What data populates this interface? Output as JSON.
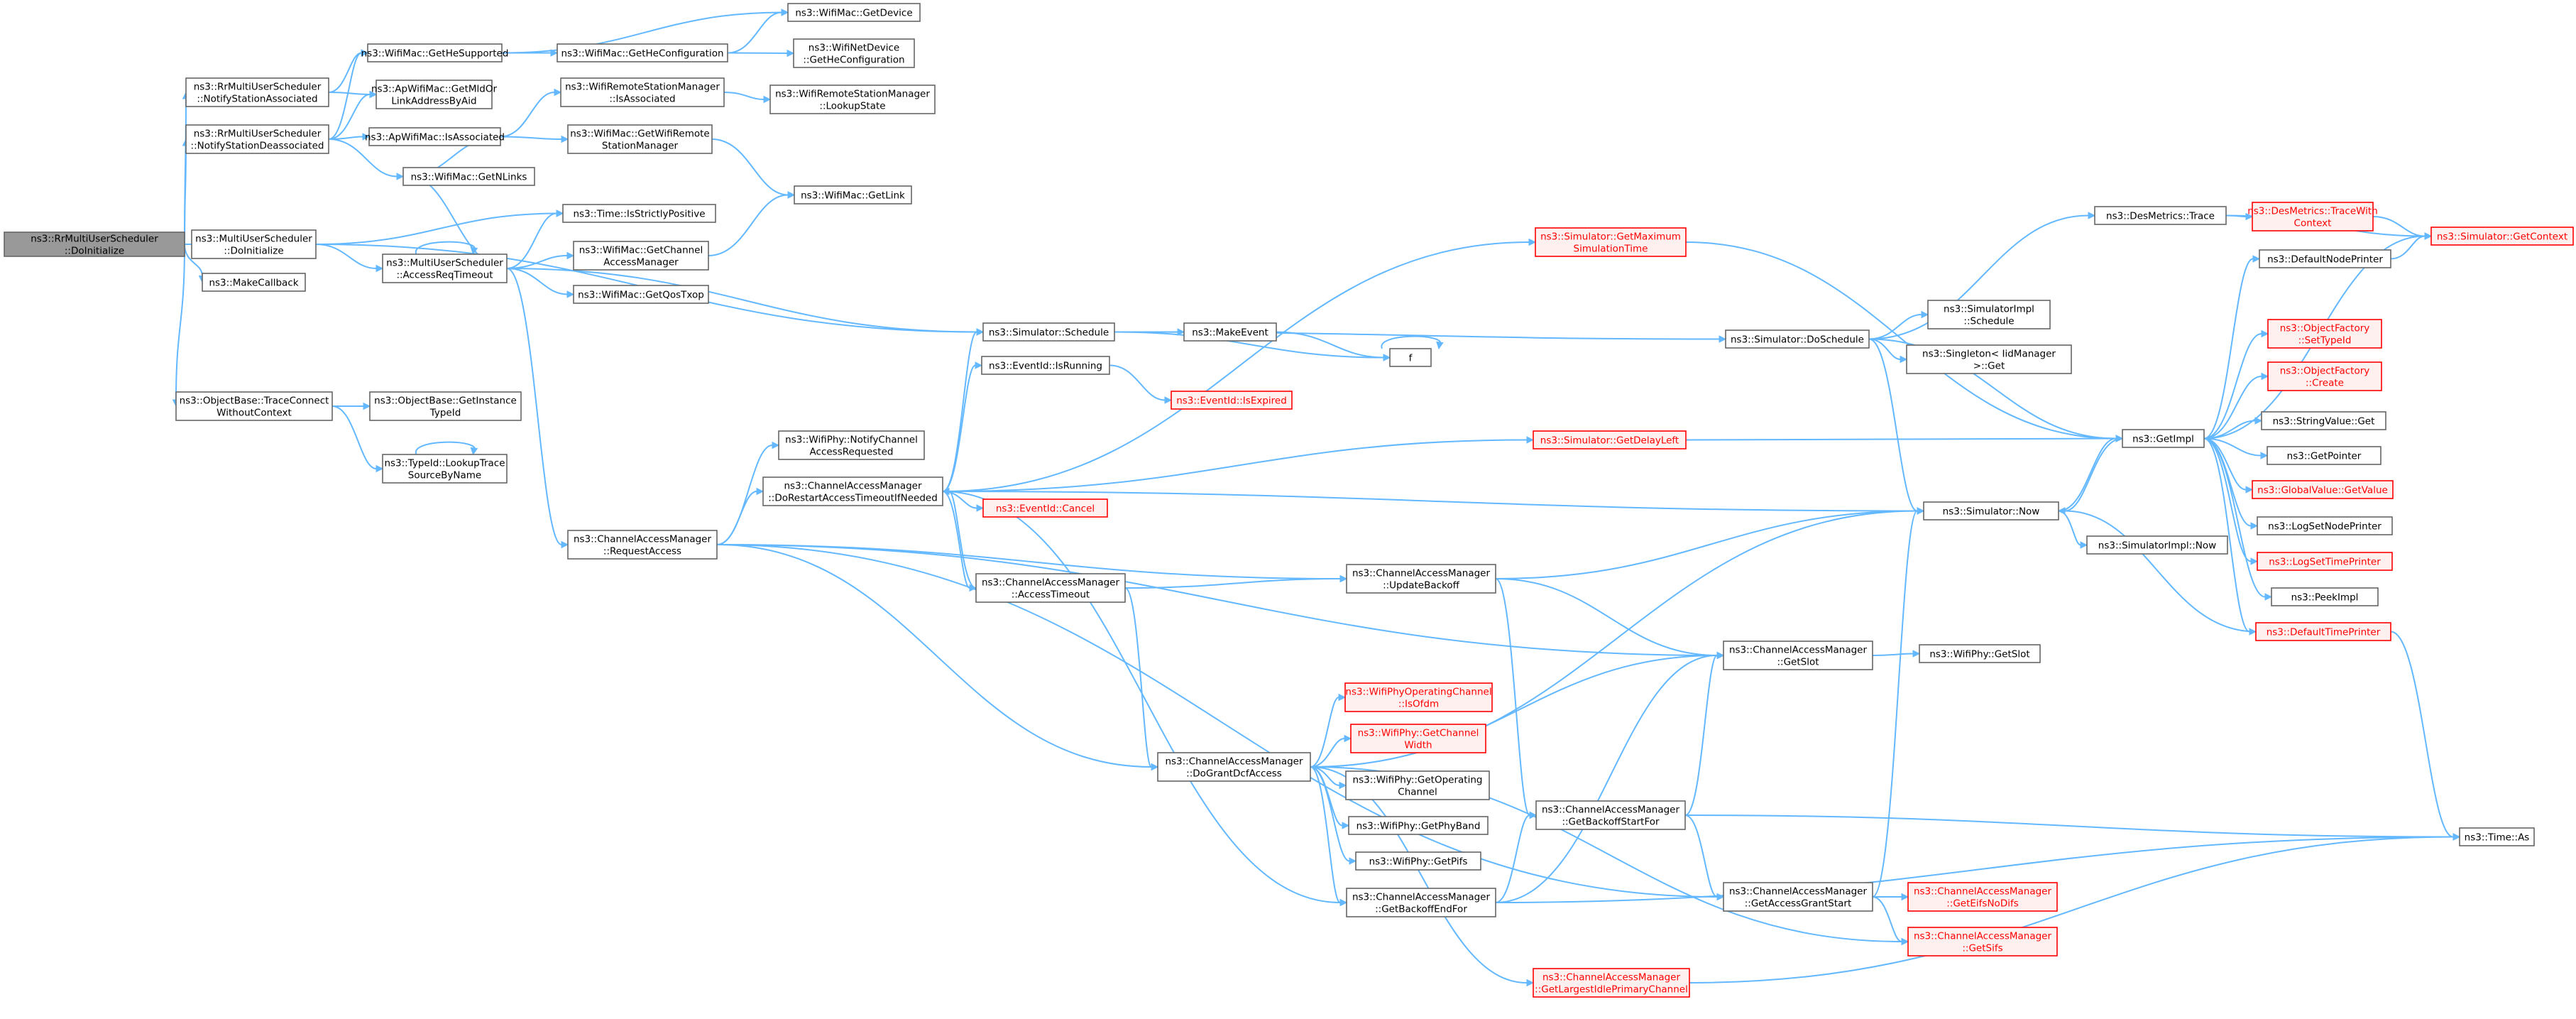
{
  "colors": {
    "edge": "#63b8ff",
    "node_border": "#666666",
    "node_fill": "#ffffff",
    "node_text": "#000000",
    "root_fill": "#999999",
    "root_border": "#666666",
    "trunc_fill": "#fff0f0",
    "trunc_border": "#ff0000",
    "trunc_text": "#ff0000"
  },
  "nodes": [
    {
      "id": "root",
      "lines": [
        "ns3::RrMultiUserScheduler",
        "::DoInitialize"
      ],
      "style": "root"
    },
    {
      "id": "notifyAssoc",
      "lines": [
        "ns3::RrMultiUserScheduler",
        "::NotifyStationAssociated"
      ]
    },
    {
      "id": "notifyDeassoc",
      "lines": [
        "ns3::RrMultiUserScheduler",
        "::NotifyStationDeassociated"
      ]
    },
    {
      "id": "muDoInit",
      "lines": [
        "ns3::MultiUserScheduler",
        "::DoInitialize"
      ]
    },
    {
      "id": "makeCallback",
      "lines": [
        "ns3::MakeCallback"
      ]
    },
    {
      "id": "traceConnect",
      "lines": [
        "ns3::ObjectBase::TraceConnect",
        "WithoutContext"
      ]
    },
    {
      "id": "getHeSupported",
      "lines": [
        "ns3::WifiMac::GetHeSupported"
      ]
    },
    {
      "id": "getMldOr",
      "lines": [
        "ns3::ApWifiMac::GetMldOr",
        "LinkAddressByAid"
      ]
    },
    {
      "id": "apIsAssoc",
      "lines": [
        "ns3::ApWifiMac::IsAssociated"
      ]
    },
    {
      "id": "getNLinks",
      "lines": [
        "ns3::WifiMac::GetNLinks"
      ]
    },
    {
      "id": "isStrictlyPos",
      "lines": [
        "ns3::Time::IsStrictlyPositive"
      ]
    },
    {
      "id": "accessReqTimeout",
      "lines": [
        "ns3::MultiUserScheduler",
        "::AccessReqTimeout"
      ]
    },
    {
      "id": "getInstanceTypeId",
      "lines": [
        "ns3::ObjectBase::GetInstance",
        "TypeId"
      ]
    },
    {
      "id": "lookupTrace",
      "lines": [
        "ns3::TypeId::LookupTrace",
        "SourceByName"
      ]
    },
    {
      "id": "getHeConfig",
      "lines": [
        "ns3::WifiMac::GetHeConfiguration"
      ]
    },
    {
      "id": "wrsmIsAssoc",
      "lines": [
        "ns3::WifiRemoteStationManager",
        "::IsAssociated"
      ]
    },
    {
      "id": "getWifiRemoteSM",
      "lines": [
        "ns3::WifiMac::GetWifiRemote",
        "StationManager"
      ]
    },
    {
      "id": "getChannelAM",
      "lines": [
        "ns3::WifiMac::GetChannel",
        "AccessManager"
      ]
    },
    {
      "id": "getQosTxop",
      "lines": [
        "ns3::WifiMac::GetQosTxop"
      ]
    },
    {
      "id": "getDevice",
      "lines": [
        "ns3::WifiMac::GetDevice"
      ]
    },
    {
      "id": "netDevGetHeConfig",
      "lines": [
        "ns3::WifiNetDevice",
        "::GetHeConfiguration"
      ]
    },
    {
      "id": "lookupState",
      "lines": [
        "ns3::WifiRemoteStationManager",
        "::LookupState"
      ]
    },
    {
      "id": "getLink",
      "lines": [
        "ns3::WifiMac::GetLink"
      ]
    },
    {
      "id": "requestAccess",
      "lines": [
        "ns3::ChannelAccessManager",
        "::RequestAccess"
      ]
    },
    {
      "id": "notifyChannelAR",
      "lines": [
        "ns3::WifiPhy::NotifyChannel",
        "AccessRequested"
      ]
    },
    {
      "id": "doRestart",
      "lines": [
        "ns3::ChannelAccessManager",
        "::DoRestartAccessTimeoutIfNeeded"
      ]
    },
    {
      "id": "schedule",
      "lines": [
        "ns3::Simulator::Schedule"
      ]
    },
    {
      "id": "isRunning",
      "lines": [
        "ns3::EventId::IsRunning"
      ]
    },
    {
      "id": "cancel",
      "lines": [
        "ns3::EventId::Cancel"
      ],
      "style": "trunc"
    },
    {
      "id": "accessTimeout",
      "lines": [
        "ns3::ChannelAccessManager",
        "::AccessTimeout"
      ]
    },
    {
      "id": "doGrantDcf",
      "lines": [
        "ns3::ChannelAccessManager",
        "::DoGrantDcfAccess"
      ]
    },
    {
      "id": "makeEvent",
      "lines": [
        "ns3::MakeEvent"
      ]
    },
    {
      "id": "fnode",
      "lines": [
        "f"
      ]
    },
    {
      "id": "isExpired",
      "lines": [
        "ns3::EventId::IsExpired"
      ],
      "style": "trunc"
    },
    {
      "id": "getMaxSimTime",
      "lines": [
        "ns3::Simulator::GetMaximum",
        "SimulationTime"
      ],
      "style": "trunc"
    },
    {
      "id": "getDelayLeft",
      "lines": [
        "ns3::Simulator::GetDelayLeft"
      ],
      "style": "trunc"
    },
    {
      "id": "updateBackoff",
      "lines": [
        "ns3::ChannelAccessManager",
        "::UpdateBackoff"
      ]
    },
    {
      "id": "isOfdm",
      "lines": [
        "ns3::WifiPhyOperatingChannel",
        "::IsOfdm"
      ],
      "style": "trunc"
    },
    {
      "id": "getChannelWidth",
      "lines": [
        "ns3::WifiPhy::GetChannel",
        "Width"
      ],
      "style": "trunc"
    },
    {
      "id": "getOperatingChannel",
      "lines": [
        "ns3::WifiPhy::GetOperating",
        "Channel"
      ]
    },
    {
      "id": "getPhyBand",
      "lines": [
        "ns3::WifiPhy::GetPhyBand"
      ]
    },
    {
      "id": "getPifs",
      "lines": [
        "ns3::WifiPhy::GetPifs"
      ]
    },
    {
      "id": "getBackoffEndFor",
      "lines": [
        "ns3::ChannelAccessManager",
        "::GetBackoffEndFor"
      ]
    },
    {
      "id": "getBackoffStartFor",
      "lines": [
        "ns3::ChannelAccessManager",
        "::GetBackoffStartFor"
      ]
    },
    {
      "id": "getLargestIdle",
      "lines": [
        "ns3::ChannelAccessManager",
        "::GetLargestIdlePrimaryChannel"
      ],
      "style": "trunc"
    },
    {
      "id": "doSchedule",
      "lines": [
        "ns3::Simulator::DoSchedule"
      ]
    },
    {
      "id": "simNow",
      "lines": [
        "ns3::Simulator::Now"
      ]
    },
    {
      "id": "getSlot",
      "lines": [
        "ns3::ChannelAccessManager",
        "::GetSlot"
      ]
    },
    {
      "id": "getAccessGrantStart",
      "lines": [
        "ns3::ChannelAccessManager",
        "::GetAccessGrantStart"
      ]
    },
    {
      "id": "desTrace",
      "lines": [
        "ns3::DesMetrics::Trace"
      ]
    },
    {
      "id": "simImplSchedule",
      "lines": [
        "ns3::SimulatorImpl",
        "::Schedule"
      ]
    },
    {
      "id": "singletonGet",
      "lines": [
        "ns3::Singleton< IidManager",
        " >::Get"
      ]
    },
    {
      "id": "simImplNow",
      "lines": [
        "ns3::SimulatorImpl::Now"
      ]
    },
    {
      "id": "phyGetSlot",
      "lines": [
        "ns3::WifiPhy::GetSlot"
      ]
    },
    {
      "id": "getEifsNoDifs",
      "lines": [
        "ns3::ChannelAccessManager",
        "::GetEifsNoDifs"
      ],
      "style": "trunc"
    },
    {
      "id": "getSifs",
      "lines": [
        "ns3::ChannelAccessManager",
        "::GetSifs"
      ],
      "style": "trunc"
    },
    {
      "id": "getImpl",
      "lines": [
        "ns3::GetImpl"
      ]
    },
    {
      "id": "traceWithContext",
      "lines": [
        "ns3::DesMetrics::TraceWith",
        "Context"
      ],
      "style": "trunc"
    },
    {
      "id": "defaultNodePrinter",
      "lines": [
        "ns3::DefaultNodePrinter"
      ]
    },
    {
      "id": "getContext",
      "lines": [
        "ns3::Simulator::GetContext"
      ],
      "style": "trunc"
    },
    {
      "id": "ofSetTypeId",
      "lines": [
        "ns3::ObjectFactory",
        "::SetTypeId"
      ],
      "style": "trunc"
    },
    {
      "id": "ofCreate",
      "lines": [
        "ns3::ObjectFactory",
        "::Create"
      ],
      "style": "trunc"
    },
    {
      "id": "stringValueGet",
      "lines": [
        "ns3::StringValue::Get"
      ]
    },
    {
      "id": "getPointer",
      "lines": [
        "ns3::GetPointer"
      ]
    },
    {
      "id": "globalValueGet",
      "lines": [
        "ns3::GlobalValue::GetValue"
      ],
      "style": "trunc"
    },
    {
      "id": "logSetNodePrinter",
      "lines": [
        "ns3::LogSetNodePrinter"
      ]
    },
    {
      "id": "logSetTimePrinter",
      "lines": [
        "ns3::LogSetTimePrinter"
      ],
      "style": "trunc"
    },
    {
      "id": "peekImpl",
      "lines": [
        "ns3::PeekImpl"
      ]
    },
    {
      "id": "defaultTimePrinter",
      "lines": [
        "ns3::DefaultTimePrinter"
      ],
      "style": "trunc"
    },
    {
      "id": "timeAs",
      "lines": [
        "ns3::Time::As"
      ]
    }
  ],
  "edges": [
    [
      "root",
      "notifyAssoc"
    ],
    [
      "root",
      "notifyDeassoc"
    ],
    [
      "root",
      "muDoInit"
    ],
    [
      "root",
      "makeCallback"
    ],
    [
      "root",
      "traceConnect"
    ],
    [
      "notifyAssoc",
      "getHeSupported"
    ],
    [
      "notifyAssoc",
      "getMldOr"
    ],
    [
      "notifyDeassoc",
      "getHeSupported"
    ],
    [
      "notifyDeassoc",
      "getMldOr"
    ],
    [
      "notifyDeassoc",
      "apIsAssoc"
    ],
    [
      "notifyDeassoc",
      "getNLinks"
    ],
    [
      "muDoInit",
      "isStrictlyPos"
    ],
    [
      "muDoInit",
      "accessReqTimeout"
    ],
    [
      "muDoInit",
      "schedule"
    ],
    [
      "traceConnect",
      "getInstanceTypeId"
    ],
    [
      "traceConnect",
      "lookupTrace"
    ],
    [
      "lookupTrace",
      "lookupTrace"
    ],
    [
      "getHeSupported",
      "getHeConfig"
    ],
    [
      "getHeSupported",
      "getDevice"
    ],
    [
      "getHeConfig",
      "getDevice"
    ],
    [
      "getHeConfig",
      "netDevGetHeConfig"
    ],
    [
      "apIsAssoc",
      "wrsmIsAssoc"
    ],
    [
      "apIsAssoc",
      "getWifiRemoteSM"
    ],
    [
      "apIsAssoc",
      "getNLinks"
    ],
    [
      "wrsmIsAssoc",
      "lookupState"
    ],
    [
      "getWifiRemoteSM",
      "getLink"
    ],
    [
      "getChannelAM",
      "getLink"
    ],
    [
      "accessReqTimeout",
      "accessReqTimeout"
    ],
    [
      "accessReqTimeout",
      "getNLinks"
    ],
    [
      "accessReqTimeout",
      "isStrictlyPos"
    ],
    [
      "accessReqTimeout",
      "getChannelAM"
    ],
    [
      "accessReqTimeout",
      "getQosTxop"
    ],
    [
      "accessReqTimeout",
      "schedule"
    ],
    [
      "accessReqTimeout",
      "requestAccess"
    ],
    [
      "requestAccess",
      "notifyChannelAR"
    ],
    [
      "requestAccess",
      "doRestart"
    ],
    [
      "requestAccess",
      "updateBackoff"
    ],
    [
      "requestAccess",
      "getSlot"
    ],
    [
      "requestAccess",
      "doGrantDcf"
    ],
    [
      "requestAccess",
      "getAccessGrantStart"
    ],
    [
      "doRestart",
      "schedule"
    ],
    [
      "doRestart",
      "isRunning"
    ],
    [
      "doRestart",
      "cancel"
    ],
    [
      "doRestart",
      "getMaxSimTime"
    ],
    [
      "doRestart",
      "getDelayLeft"
    ],
    [
      "doRestart",
      "simNow"
    ],
    [
      "doRestart",
      "accessTimeout"
    ],
    [
      "doRestart",
      "getBackoffEndFor"
    ],
    [
      "accessTimeout",
      "doRestart"
    ],
    [
      "accessTimeout",
      "updateBackoff"
    ],
    [
      "accessTimeout",
      "doGrantDcf"
    ],
    [
      "schedule",
      "makeEvent"
    ],
    [
      "schedule",
      "fnode"
    ],
    [
      "schedule",
      "doSchedule"
    ],
    [
      "makeEvent",
      "fnode"
    ],
    [
      "fnode",
      "fnode"
    ],
    [
      "isRunning",
      "isExpired"
    ],
    [
      "getMaxSimTime",
      "getImpl"
    ],
    [
      "getDelayLeft",
      "getImpl"
    ],
    [
      "updateBackoff",
      "simNow"
    ],
    [
      "updateBackoff",
      "getSlot"
    ],
    [
      "updateBackoff",
      "getBackoffStartFor"
    ],
    [
      "doGrantDcf",
      "isOfdm"
    ],
    [
      "doGrantDcf",
      "getChannelWidth"
    ],
    [
      "doGrantDcf",
      "getOperatingChannel"
    ],
    [
      "doGrantDcf",
      "getPhyBand"
    ],
    [
      "doGrantDcf",
      "getPifs"
    ],
    [
      "doGrantDcf",
      "getBackoffEndFor"
    ],
    [
      "doGrantDcf",
      "getSlot"
    ],
    [
      "doGrantDcf",
      "simNow"
    ],
    [
      "doGrantDcf",
      "getSifs"
    ],
    [
      "doGrantDcf",
      "getLargestIdle"
    ],
    [
      "getBackoffEndFor",
      "getBackoffStartFor"
    ],
    [
      "getBackoffEndFor",
      "getSlot"
    ],
    [
      "getBackoffEndFor",
      "timeAs"
    ],
    [
      "getBackoffStartFor",
      "getSlot"
    ],
    [
      "getBackoffStartFor",
      "getAccessGrantStart"
    ],
    [
      "getBackoffStartFor",
      "timeAs"
    ],
    [
      "getLargestIdle",
      "timeAs"
    ],
    [
      "doSchedule",
      "desTrace"
    ],
    [
      "doSchedule",
      "simImplSchedule"
    ],
    [
      "doSchedule",
      "singletonGet"
    ],
    [
      "doSchedule",
      "getImpl"
    ],
    [
      "doSchedule",
      "simNow"
    ],
    [
      "simNow",
      "getImpl"
    ],
    [
      "simNow",
      "simImplNow"
    ],
    [
      "getSlot",
      "phyGetSlot"
    ],
    [
      "getAccessGrantStart",
      "simNow"
    ],
    [
      "getAccessGrantStart",
      "getEifsNoDifs"
    ],
    [
      "getAccessGrantStart",
      "getSifs"
    ],
    [
      "desTrace",
      "traceWithContext"
    ],
    [
      "desTrace",
      "getContext"
    ],
    [
      "traceWithContext",
      "getContext"
    ],
    [
      "getImpl",
      "defaultNodePrinter"
    ],
    [
      "getImpl",
      "getContext"
    ],
    [
      "getImpl",
      "ofSetTypeId"
    ],
    [
      "getImpl",
      "ofCreate"
    ],
    [
      "getImpl",
      "stringValueGet"
    ],
    [
      "getImpl",
      "getPointer"
    ],
    [
      "getImpl",
      "globalValueGet"
    ],
    [
      "getImpl",
      "logSetNodePrinter"
    ],
    [
      "getImpl",
      "logSetTimePrinter"
    ],
    [
      "getImpl",
      "peekImpl"
    ],
    [
      "getImpl",
      "defaultTimePrinter"
    ],
    [
      "getImpl",
      "simNow"
    ],
    [
      "defaultNodePrinter",
      "getContext"
    ],
    [
      "defaultTimePrinter",
      "simNow"
    ],
    [
      "defaultTimePrinter",
      "timeAs"
    ]
  ]
}
